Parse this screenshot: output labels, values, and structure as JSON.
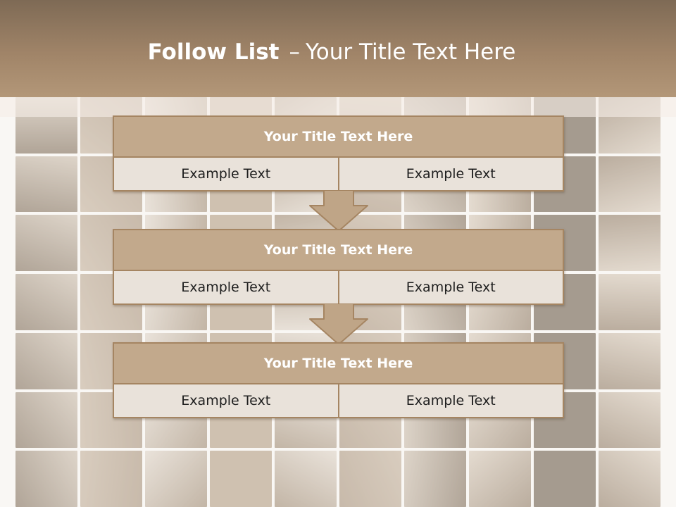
{
  "slide": {
    "title_bold": "Follow List",
    "title_dash": "–",
    "title_rest": "Your Title Text Here"
  },
  "colors": {
    "header_top": "#7e6a55",
    "header_bottom": "#b39778",
    "block_title_fill": "#c0a688",
    "block_border": "#a58562",
    "cell_fill": "#e8e0d8"
  },
  "flow": [
    {
      "title": "Your Title Text Here",
      "left_text": "Example Text",
      "right_text": "Example Text"
    },
    {
      "title": "Your Title Text Here",
      "left_text": "Example Text",
      "right_text": "Example Text"
    },
    {
      "title": "Your Title Text Here",
      "left_text": "Example Text",
      "right_text": "Example Text"
    }
  ]
}
